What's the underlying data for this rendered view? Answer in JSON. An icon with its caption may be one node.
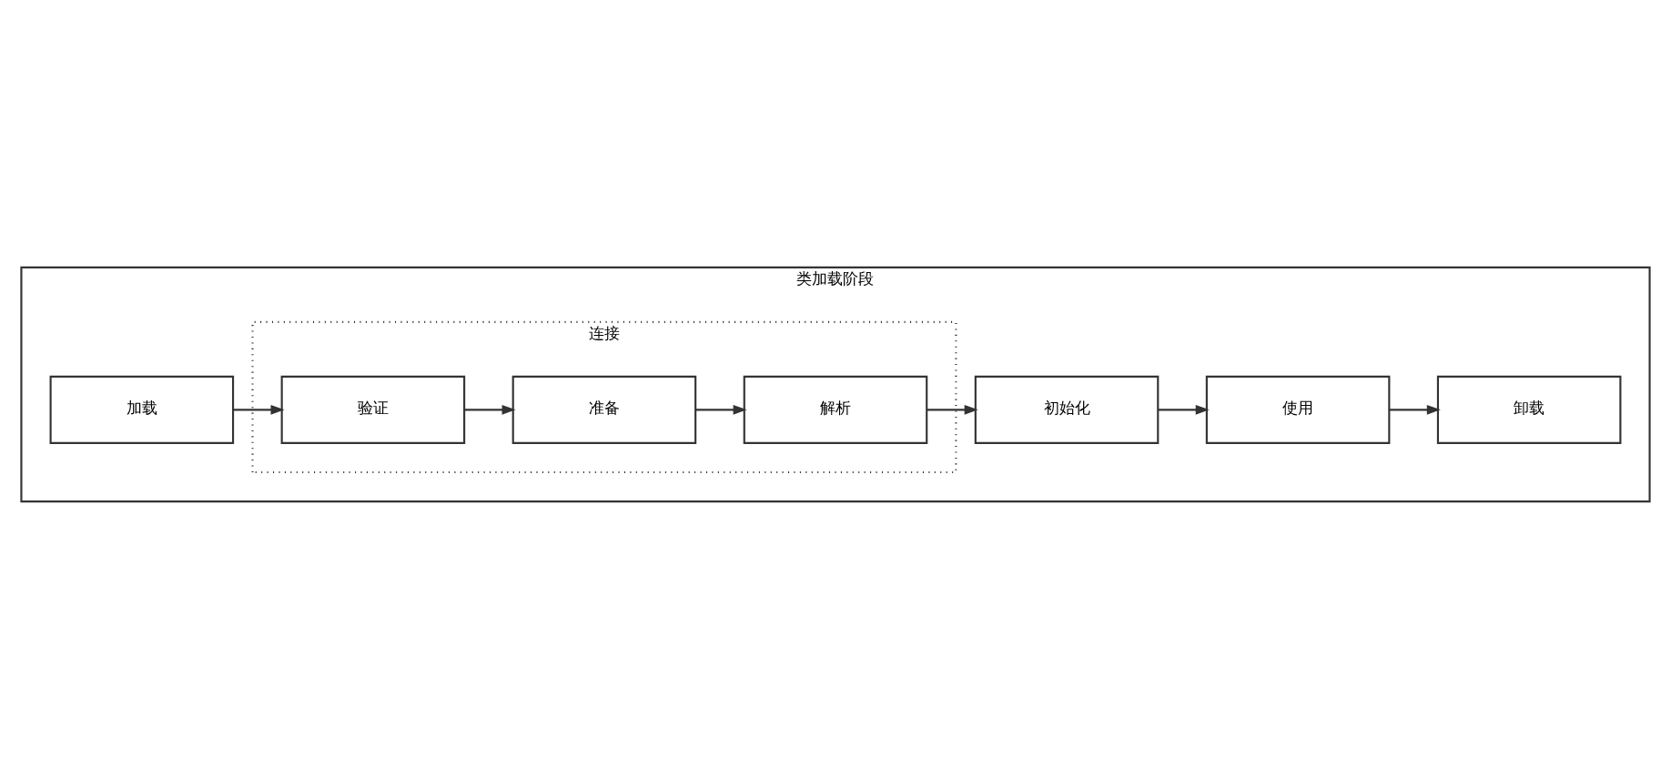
{
  "diagram": {
    "nodes": [
      {
        "text": [
          "类加载阶段"
        ]
      },
      {
        "text": [
          "加载"
        ],
        "in": 0
      },
      {
        "text": [
          "连接"
        ],
        "in": 0
      },
      {
        "text": [
          "验证"
        ],
        "in": 2
      },
      {
        "text": [
          "准备"
        ],
        "in": 2
      },
      {
        "text": [
          "解析"
        ],
        "in": 2
      },
      {
        "text": [
          "卸载"
        ],
        "in": 0
      },
      {
        "text": [
          "使用"
        ],
        "in": 0
      },
      {
        "text": [
          "初始化"
        ],
        "in": 0
      }
    ],
    "edges": [
      {
        "from": 1,
        "to": 3,
        "arrow": "to"
      },
      {
        "from": 3,
        "to": 4,
        "arrow": "to"
      },
      {
        "from": 4,
        "to": 5,
        "arrow": "to"
      },
      {
        "from": 5,
        "to": 8,
        "arrow": "to"
      },
      {
        "from": 8,
        "to": 7,
        "arrow": "to"
      },
      {
        "from": 7,
        "to": 6,
        "arrow": "to"
      }
    ]
  }
}
